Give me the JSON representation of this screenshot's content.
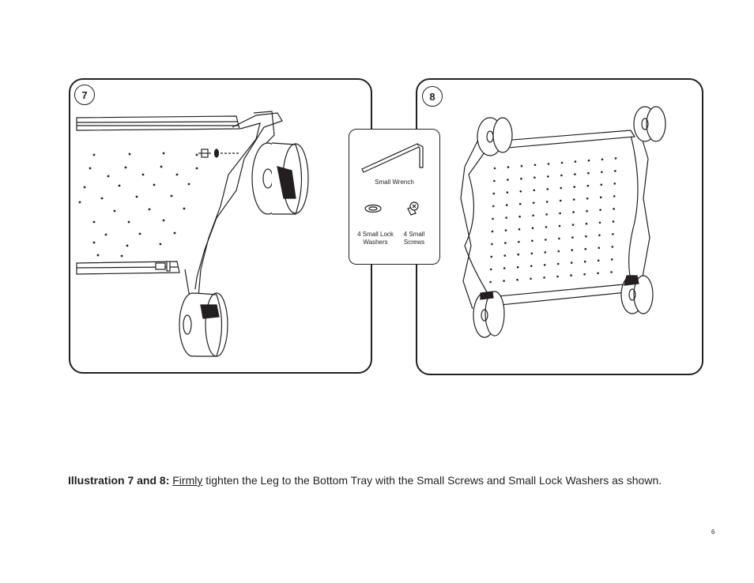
{
  "panels": {
    "panel7": {
      "number": "7"
    },
    "panel8": {
      "number": "8"
    }
  },
  "parts": {
    "wrench_label": "Small Wrench",
    "washers_label": "4 Small Lock Washers",
    "screws_label": "4 Small Screws"
  },
  "caption": {
    "bold": "Illustration 7 and 8:",
    "underlined": "Firmly",
    "rest": "tighten the Leg to the Bottom Tray with the Small Screws and Small Lock Washers as shown."
  },
  "page_number": "6"
}
